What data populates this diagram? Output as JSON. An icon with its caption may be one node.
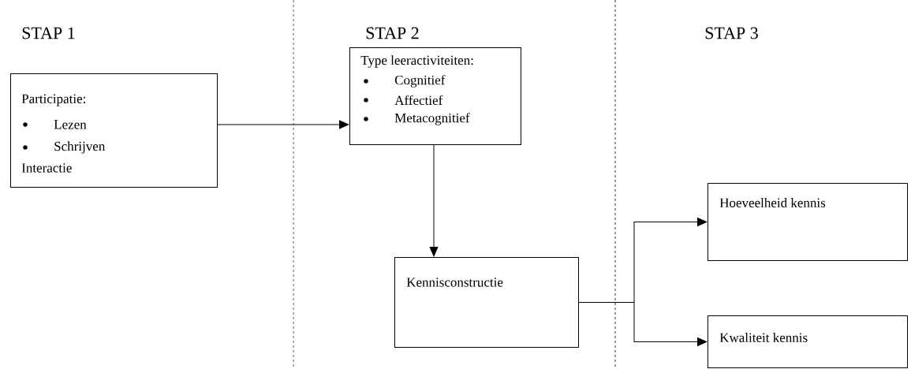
{
  "diagram": {
    "nodes": [
      {
        "text": [
          "Participatie:",
          "Lezen",
          "Schrijven",
          "Interactie"
        ]
      },
      {
        "text": [
          "Type leeractiviteiten:",
          "Cognitief",
          "Affectief",
          "Metacognitief"
        ]
      },
      {
        "text": [
          "Kennisconstructie"
        ]
      },
      {
        "text": [
          "Hoeveelheid kennis"
        ]
      },
      {
        "text": [
          "Kwaliteit kennis"
        ]
      }
    ],
    "edges": [
      {
        "from": 0,
        "to": 1,
        "arrow": "to"
      },
      {
        "from": 1,
        "to": 2,
        "arrow": "to"
      },
      {
        "from": 2,
        "to": 3,
        "arrow": "to"
      },
      {
        "from": 2,
        "to": 4,
        "arrow": "to"
      }
    ],
    "labels": [
      "STAP 1",
      "STAP 2",
      "STAP 3"
    ]
  }
}
